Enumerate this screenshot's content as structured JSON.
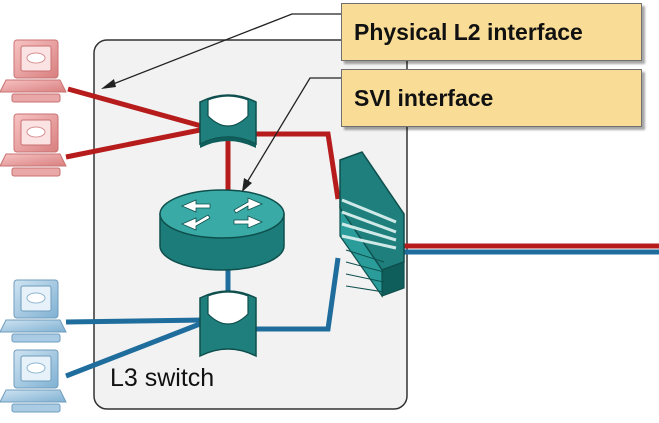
{
  "callouts": {
    "l2_label": "Physical L2 interface",
    "svi_label": "SVI interface"
  },
  "switch": {
    "label": "L3 switch"
  },
  "colors": {
    "red_link": "#b71c1c",
    "blue_link": "#1f6d9c",
    "device_teal": "#2a9d9a",
    "callout_fill": "#f9dd96",
    "host_red": "#ec9b9b",
    "host_blue": "#9ec5df"
  },
  "icons": [
    "pc-icon",
    "l2-switch-icon",
    "router-icon",
    "trunk-interface-icon"
  ]
}
